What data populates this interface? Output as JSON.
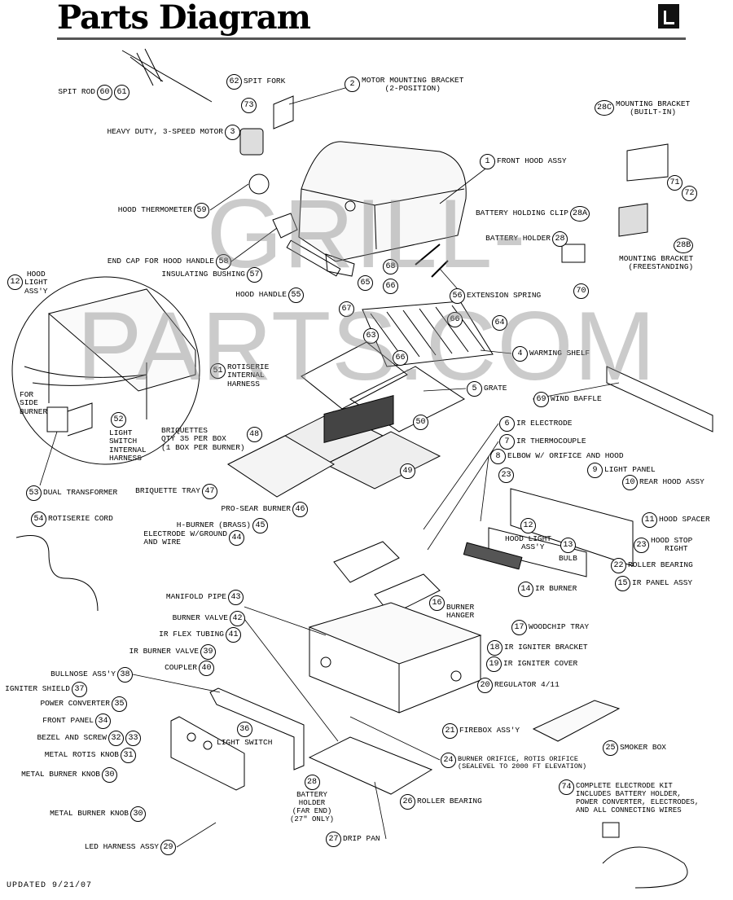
{
  "header": {
    "title": "Parts Diagram",
    "watermark": "GRILL-PARTS.COM",
    "logo": "brand-logo"
  },
  "footer": {
    "updated": "UPDATED  9/21/07"
  },
  "c": {
    "spit_rod": {
      "label": "SPIT ROD",
      "a": "60",
      "b": "61"
    },
    "spit_fork": {
      "n": "62",
      "label": "SPIT FORK"
    },
    "motor_bracket": {
      "n": "2",
      "label": "MOTOR MOUNTING BRACKET\n     (2-POSITION)"
    },
    "p73": {
      "n": "73"
    },
    "motor": {
      "n": "3",
      "label": "HEAVY DUTY, 3-SPEED MOTOR"
    },
    "front_hood": {
      "n": "1",
      "label": "FRONT HOOD ASSY"
    },
    "mb_builtin": {
      "n": "28C",
      "label": "MOUNTING BRACKET\n   (BUILT-IN)"
    },
    "p72": {
      "n": "72"
    },
    "p71": {
      "n": "71"
    },
    "thermometer": {
      "n": "59",
      "label": "HOOD THERMOMETER"
    },
    "battery_clip": {
      "n": "28A",
      "label": "BATTERY HOLDING CLIP"
    },
    "battery_holder": {
      "n": "28",
      "label": "BATTERY HOLDER"
    },
    "mb_free": {
      "n": "28B",
      "label": "MOUNTING BRACKET\n  (FREESTANDING)"
    },
    "p70": {
      "n": "70"
    },
    "end_cap": {
      "n": "58",
      "label": "END CAP FOR HOOD HANDLE"
    },
    "bushing": {
      "n": "57",
      "label": "INSULATING BUSHING"
    },
    "p68": {
      "n": "68"
    },
    "handle": {
      "n": "55",
      "label": "HOOD HANDLE"
    },
    "p65": {
      "n": "65"
    },
    "p66a": {
      "n": "66"
    },
    "p67": {
      "n": "67"
    },
    "spring": {
      "n": "56",
      "label": "EXTENSION SPRING"
    },
    "hood_light_l": {
      "n": "12",
      "label": "HOOD\nLIGHT\nASS'Y"
    },
    "p66b": {
      "n": "66"
    },
    "p64": {
      "n": "64"
    },
    "p63": {
      "n": "63"
    },
    "p66c": {
      "n": "66"
    },
    "warming": {
      "n": "4",
      "label": "WARMING SHELF"
    },
    "rot_harness": {
      "n": "51",
      "label": "ROTISERIE\nINTERNAL\nHARNESS"
    },
    "side_burner": {
      "label": "FOR\nSIDE\nBURNER"
    },
    "grate": {
      "n": "5",
      "label": "GRATE"
    },
    "baffle": {
      "n": "69",
      "label": "WIND BAFFLE"
    },
    "ls_harness": {
      "n": "52",
      "label": "LIGHT\nSWITCH\nINTERNAL\nHARNESS"
    },
    "briquettes": {
      "n": "48",
      "label": "BRIQUETTES\nQTY 35 PER BOX\n(1 BOX PER BURNER)"
    },
    "p50": {
      "n": "50"
    },
    "p49": {
      "n": "49"
    },
    "electrode": {
      "n": "6",
      "label": "IR ELECTRODE"
    },
    "thermocouple": {
      "n": "7",
      "label": "IR THERMOCOUPLE"
    },
    "elbow": {
      "n": "8",
      "label": "ELBOW W/ ORIFICE AND HOOD"
    },
    "p23a": {
      "n": "23"
    },
    "light_panel": {
      "n": "9",
      "label": "LIGHT PANEL"
    },
    "rear_hood": {
      "n": "10",
      "label": "REAR HOOD ASSY"
    },
    "transformer": {
      "n": "53",
      "label": "DUAL TRANSFORMER"
    },
    "briq_tray": {
      "n": "47",
      "label": "BRIQUETTE TRAY"
    },
    "rot_cord": {
      "n": "54",
      "label": "ROTISERIE CORD"
    },
    "pro_sear": {
      "n": "46",
      "label": "PRO-SEAR BURNER"
    },
    "h_burner": {
      "n": "45",
      "label": "H-BURNER (BRASS)"
    },
    "electrode_wire": {
      "n": "44",
      "label": "ELECTRODE W/GROUND\nAND WIRE"
    },
    "hood_spacer": {
      "n": "11",
      "label": "HOOD SPACER"
    },
    "hood_light_r": {
      "n": "12",
      "label": "HOOD LIGHT\n  ASS'Y"
    },
    "bulb": {
      "n": "13",
      "label": "BULB"
    },
    "hood_stop": {
      "n": "23",
      "label": "HOOD STOP\n  RIGHT"
    },
    "roller_r": {
      "n": "22",
      "label": "ROLLER BEARING"
    },
    "ir_burner": {
      "n": "14",
      "label": "IR BURNER"
    },
    "ir_panel": {
      "n": "15",
      "label": "IR PANEL ASSY"
    },
    "manifold": {
      "n": "43",
      "label": "MANIFOLD PIPE"
    },
    "hanger": {
      "n": "16",
      "label": "BURNER\nHANGER"
    },
    "burner_valve": {
      "n": "42",
      "label": "BURNER VALVE"
    },
    "woodchip": {
      "n": "17",
      "label": "WOODCHIP TRAY"
    },
    "flex": {
      "n": "41",
      "label": "IR FLEX TUBING"
    },
    "ir_valve": {
      "n": "39",
      "label": "IR BURNER VALVE"
    },
    "ign_bracket": {
      "n": "18",
      "label": "IR IGNITER BRACKET"
    },
    "coupler": {
      "n": "40",
      "label": "COUPLER"
    },
    "ign_cover": {
      "n": "19",
      "label": "IR IGNITER COVER"
    },
    "bullnose": {
      "n": "38",
      "label": "BULLNOSE ASS'Y"
    },
    "ign_shield": {
      "n": "37",
      "label": "IGNITER SHIELD"
    },
    "regulator": {
      "n": "20",
      "label": "REGULATOR 4/11"
    },
    "converter": {
      "n": "35",
      "label": "POWER CONVERTER"
    },
    "front_panel": {
      "n": "34",
      "label": "FRONT PANEL"
    },
    "light_switch": {
      "n": "36",
      "label": "LIGHT SWITCH"
    },
    "firebox": {
      "n": "21",
      "label": "FIREBOX ASS'Y"
    },
    "bezel": {
      "label": "BEZEL AND SCREW",
      "a": "32",
      "b": "33"
    },
    "smoker": {
      "n": "25",
      "label": "SMOKER BOX"
    },
    "rotis_knob": {
      "n": "31",
      "label": "METAL ROTIS KNOB"
    },
    "orifice": {
      "n": "24",
      "label": "BURNER ORIFICE, ROTIS ORIFICE\n(SEALEVEL TO 2000 FT ELEVATION)"
    },
    "knob1": {
      "n": "30",
      "label": "METAL BURNER KNOB"
    },
    "battery_far": {
      "n": "28",
      "label": "BATTERY\nHOLDER\n(FAR END)\n(27\" ONLY)"
    },
    "kit": {
      "n": "74",
      "label": "COMPLETE ELECTRODE KIT\nINCLUDES BATTERY HOLDER,\nPOWER CONVERTER, ELECTRODES,\nAND ALL CONNECTING WIRES"
    },
    "roller_b": {
      "n": "26",
      "label": "ROLLER BEARING"
    },
    "knob2": {
      "n": "30",
      "label": "METAL BURNER KNOB"
    },
    "drip": {
      "n": "27",
      "label": "DRIP PAN"
    },
    "led": {
      "n": "29",
      "label": "LED HARNESS ASSY"
    }
  }
}
